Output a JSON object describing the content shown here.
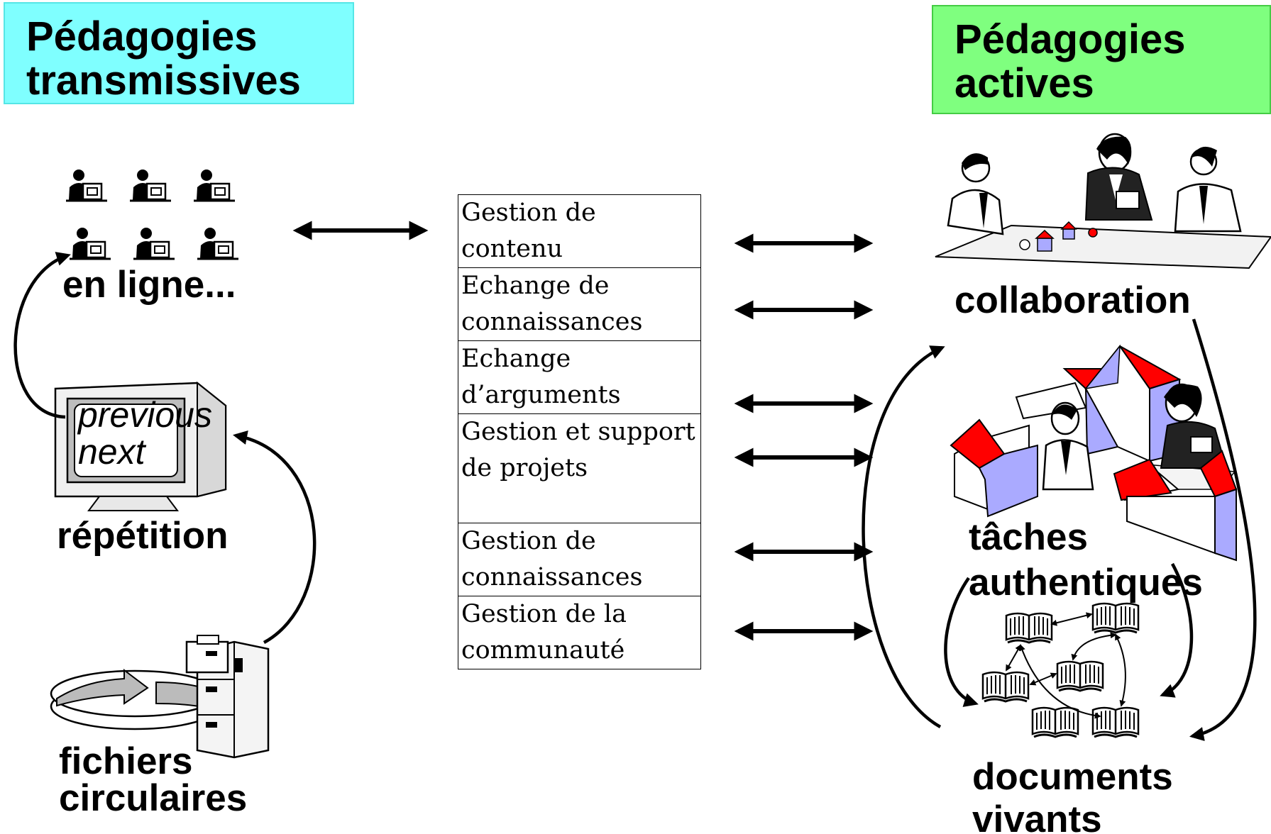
{
  "headers": {
    "transmissive": "Pédagogies transmissives",
    "active": "Pédagogies actives"
  },
  "left_labels": {
    "online": "en ligne...",
    "repetition": "répétition",
    "circular_files": "fichiers circulaires"
  },
  "screen": {
    "previous": "previous",
    "next": "next"
  },
  "functions": [
    "Gestion de contenu",
    "Echange de connaissances",
    "Echange d’arguments",
    "Gestion et support de projets",
    "Gestion de connaissances",
    "Gestion de la communauté"
  ],
  "right_labels": {
    "collaboration": "collaboration",
    "authentic_tasks": "tâches authentiques",
    "living_documents": "documents vivants"
  },
  "colors": {
    "transmissive_bg": "#7fffff",
    "active_bg": "#7fff7f",
    "roof_red": "#ff0000",
    "wall_blue": "#aaaaff"
  }
}
